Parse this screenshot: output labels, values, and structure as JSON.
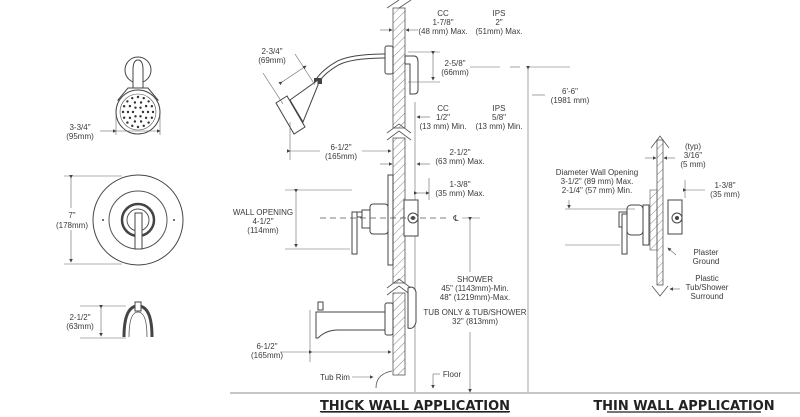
{
  "titles": {
    "thick_wall": "THICK WALL APPLICATION",
    "thin_wall": "THIN WALL APPLICATION"
  },
  "left_views": {
    "showerhead_width": [
      "3-3/4\"",
      "(95mm)"
    ],
    "trim_height": [
      "7\"",
      "(178mm)"
    ],
    "spout_height": [
      "2-1/2\"",
      "(63mm)"
    ]
  },
  "thick_wall": {
    "cc_max": [
      "CC",
      "1-7/8\"",
      "(48 mm) Max."
    ],
    "ips_max": [
      "IPS",
      "2\"",
      "(51mm) Max."
    ],
    "arm_drop": [
      "2-5/8\"",
      "(66mm)"
    ],
    "head_size": [
      "2-3/4\"",
      "(69mm)"
    ],
    "cc_min": [
      "CC",
      "1/2\"",
      "(13 mm) Min."
    ],
    "ips_min": [
      "IPS",
      "5/8\"",
      "(13 mm) Min."
    ],
    "head_reach": [
      "6-1/2\"",
      "(165mm)"
    ],
    "depth_max": [
      "2-1/2\"",
      "(63 mm) Max."
    ],
    "valve_depth": [
      "1-3/8\"",
      "(35 mm) Max."
    ],
    "wall_opening": [
      "WALL OPENING",
      "4-1/2\"",
      "(114mm)"
    ],
    "centerline": "℄",
    "head_height": [
      "6'-6\"",
      "(1981 mm)"
    ],
    "shower_height": [
      "SHOWER",
      "45\" (1143mm)-Min.",
      "48\" (1219mm)-Max."
    ],
    "tub_height": [
      "TUB ONLY & TUB/SHOWER",
      "32\" (813mm)"
    ],
    "spout_reach": [
      "6-1/2\"",
      "(165mm)"
    ],
    "tub_rim": "Tub Rim",
    "floor": "Floor"
  },
  "thin_wall": {
    "wall_thickness": [
      "(typ)",
      "3/16\"",
      "(5 mm)"
    ],
    "diameter_opening": [
      "Diameter Wall Opening",
      "3-1/2\" (89 mm) Max.",
      "2-1/4\" (57 mm) Min."
    ],
    "valve_depth": [
      "1-3/8\"",
      "(35 mm)"
    ],
    "plaster_ground": [
      "Plaster",
      "Ground"
    ],
    "surround": [
      "Plastic",
      "Tub/Shower",
      "Surround"
    ]
  }
}
